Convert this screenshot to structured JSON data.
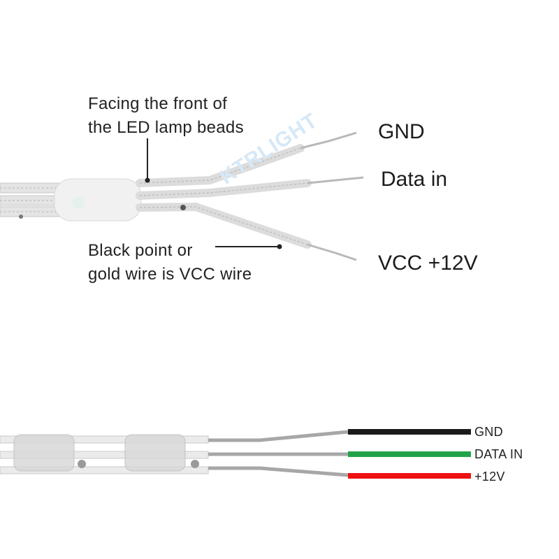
{
  "top_section": {
    "note_front_line1": "Facing the front of",
    "note_front_line2": "the LED lamp beads",
    "note_vcc_line1": "Black point or",
    "note_vcc_line2": "gold wire is VCC wire",
    "label_gnd": "GND",
    "label_data": "Data in",
    "label_vcc": "VCC +12V",
    "watermark": "KTRLIGHT"
  },
  "bottom_section": {
    "wires": [
      {
        "label": "GND",
        "color": "#1a1a1a"
      },
      {
        "label": "DATA IN",
        "color": "#22a34a"
      },
      {
        "label": "+12V",
        "color": "#ee1111"
      }
    ]
  },
  "colors": {
    "cable": "#e2e2e2",
    "cable_edge": "#bdbdbd",
    "bead": "#efefef",
    "dot": "#9a9a9a"
  }
}
